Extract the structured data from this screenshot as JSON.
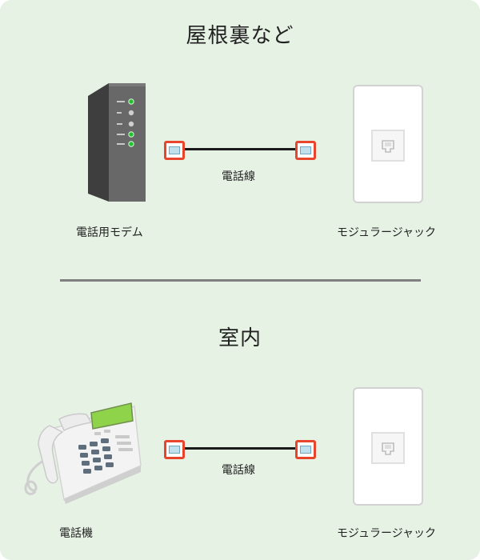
{
  "sections": [
    {
      "title": "屋根裏など",
      "left_device_label": "電話用モデム",
      "cable_label": "電話線",
      "right_device_label": "モジュラージャック",
      "left_device_icon": "modem-icon",
      "right_device_icon": "modular-jack-icon"
    },
    {
      "title": "室内",
      "left_device_label": "電話機",
      "cable_label": "電話線",
      "right_device_label": "モジュラージャック",
      "left_device_icon": "telephone-icon",
      "right_device_icon": "modular-jack-icon"
    }
  ],
  "colors": {
    "background": "#e6f2e4",
    "plug_border": "#e8452c",
    "cable": "#1a1a1a",
    "divider": "#808080",
    "modem_led": "#22c22e",
    "phone_screen": "#8ed34a"
  }
}
